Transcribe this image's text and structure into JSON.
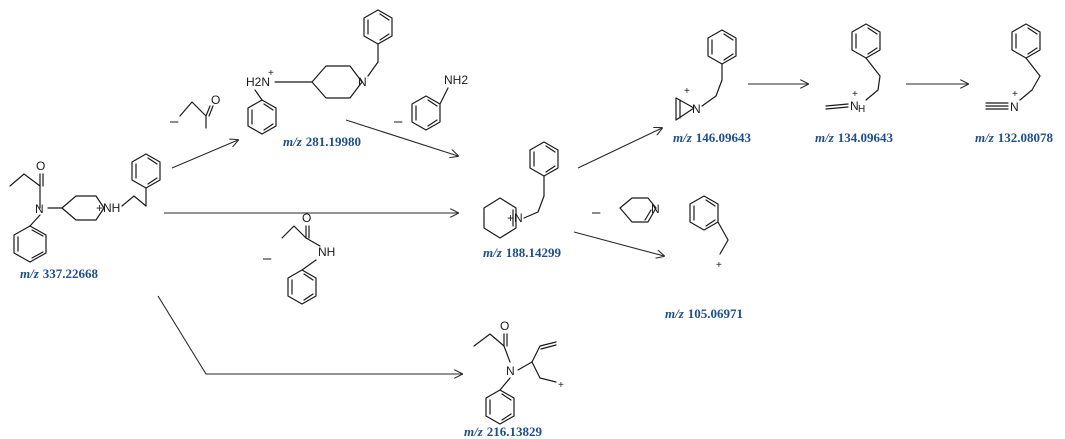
{
  "ions": [
    {
      "id": "precursor",
      "mz_prefix": "m/z",
      "mz_value": "337.22668"
    },
    {
      "id": "ion_281",
      "mz_prefix": "m/z",
      "mz_value": "281.19980"
    },
    {
      "id": "ion_188",
      "mz_prefix": "m/z",
      "mz_value": "188.14299"
    },
    {
      "id": "ion_216",
      "mz_prefix": "m/z",
      "mz_value": "216.13829"
    },
    {
      "id": "ion_146",
      "mz_prefix": "m/z",
      "mz_value": "146.09643"
    },
    {
      "id": "ion_134",
      "mz_prefix": "m/z",
      "mz_value": "134.09643"
    },
    {
      "id": "ion_132",
      "mz_prefix": "m/z",
      "mz_value": "132.08078"
    },
    {
      "id": "ion_105",
      "mz_prefix": "m/z",
      "mz_value": "105.06971"
    }
  ],
  "losses": {
    "minus_sign": "–"
  },
  "atoms": {
    "oxygen": "O",
    "nitrogen": "N",
    "nh": "NH",
    "nh2": "NH2",
    "h2n": "H2N",
    "plus_nh": "+NH",
    "plus_n": "+N",
    "plus_sign": "+",
    "h_label": "H"
  },
  "colors": {
    "mz_label": "#1f4e8c",
    "bond": "#1a1a1a"
  }
}
